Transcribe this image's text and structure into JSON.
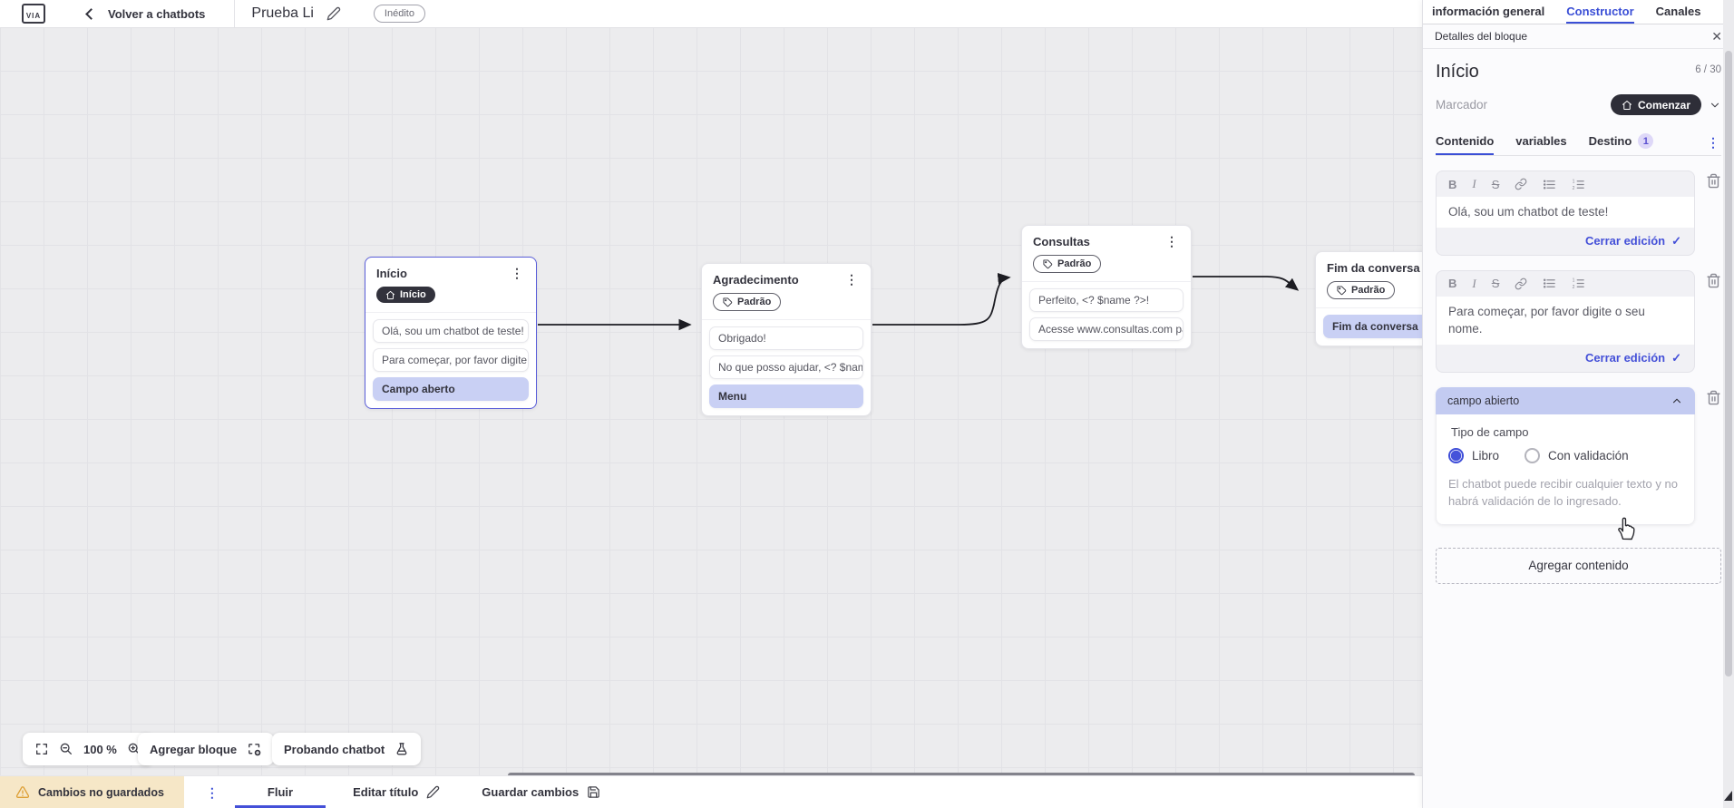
{
  "topbar": {
    "back_label": "Volver a chatbots",
    "logo_text": "VIA",
    "title": "Prueba Li",
    "status": "Inédito"
  },
  "nav_tabs": {
    "general": "información general",
    "constructor": "Constructor",
    "canales": "Canales"
  },
  "panel": {
    "header": "Detalles del bloque",
    "name": "Início",
    "counter": "6 / 30",
    "marker_label": "Marcador",
    "marker_value": "Comenzar",
    "tabs": {
      "contenido": "Contenido",
      "variables": "variables",
      "destino": "Destino",
      "destino_badge": "1"
    },
    "editor1": {
      "text": "Olá, sou um chatbot de teste!",
      "close": "Cerrar edición",
      "check": "✓"
    },
    "editor2": {
      "text": "Para começar, por favor digite o seu nome.",
      "close": "Cerrar edición",
      "check": "✓"
    },
    "toolbar_glyphs": {
      "bold": "B",
      "italic": "I",
      "strike": "S"
    },
    "open_field": {
      "title": "campo abierto",
      "type_label": "Tipo de campo",
      "option1": "Libro",
      "option2": "Con validación",
      "description": "El chatbot puede recibir cualquier texto y no habrá validación de lo ingresado."
    },
    "add_content": "Agregar contenido",
    "close_glyph": "✕",
    "kebab_glyph": "⋮"
  },
  "canvas": {
    "nodes": [
      {
        "title": "Início",
        "badge": "Início",
        "items": [
          {
            "text": "Olá, sou um chatbot de teste!"
          },
          {
            "text": "Para começar, por favor digite o ..."
          },
          {
            "text": "Campo aberto"
          }
        ]
      },
      {
        "title": "Agradecimento",
        "badge": "Padrão",
        "items": [
          {
            "text": "Obrigado!"
          },
          {
            "text": "No que posso ajudar, <? $name ..."
          },
          {
            "text": "Menu"
          }
        ]
      },
      {
        "title": "Consultas",
        "badge": "Padrão",
        "items": [
          {
            "text": "Perfeito, <? $name ?>!"
          },
          {
            "text": "Acesse www.consultas.com par..."
          }
        ]
      },
      {
        "title": "Fim da conversa",
        "badge": "Padrão",
        "items": [
          {
            "text": "Fim da conversa"
          }
        ]
      }
    ],
    "toolbar": {
      "zoom": "100 %",
      "add_block": "Agregar bloque",
      "test": "Probando chatbot"
    }
  },
  "bottombar": {
    "unsaved": "Cambios no guardados",
    "flow": "Fluir",
    "edit_title": "Editar título",
    "save": "Guardar cambios",
    "kebab_glyph": "⋮"
  },
  "colors": {
    "accent": "#3b4fd6",
    "dark_pill": "#32323c",
    "lavender": "#c9d0f4",
    "warning_bg": "#f6e7c7",
    "warning_icon": "#dd9f35"
  }
}
